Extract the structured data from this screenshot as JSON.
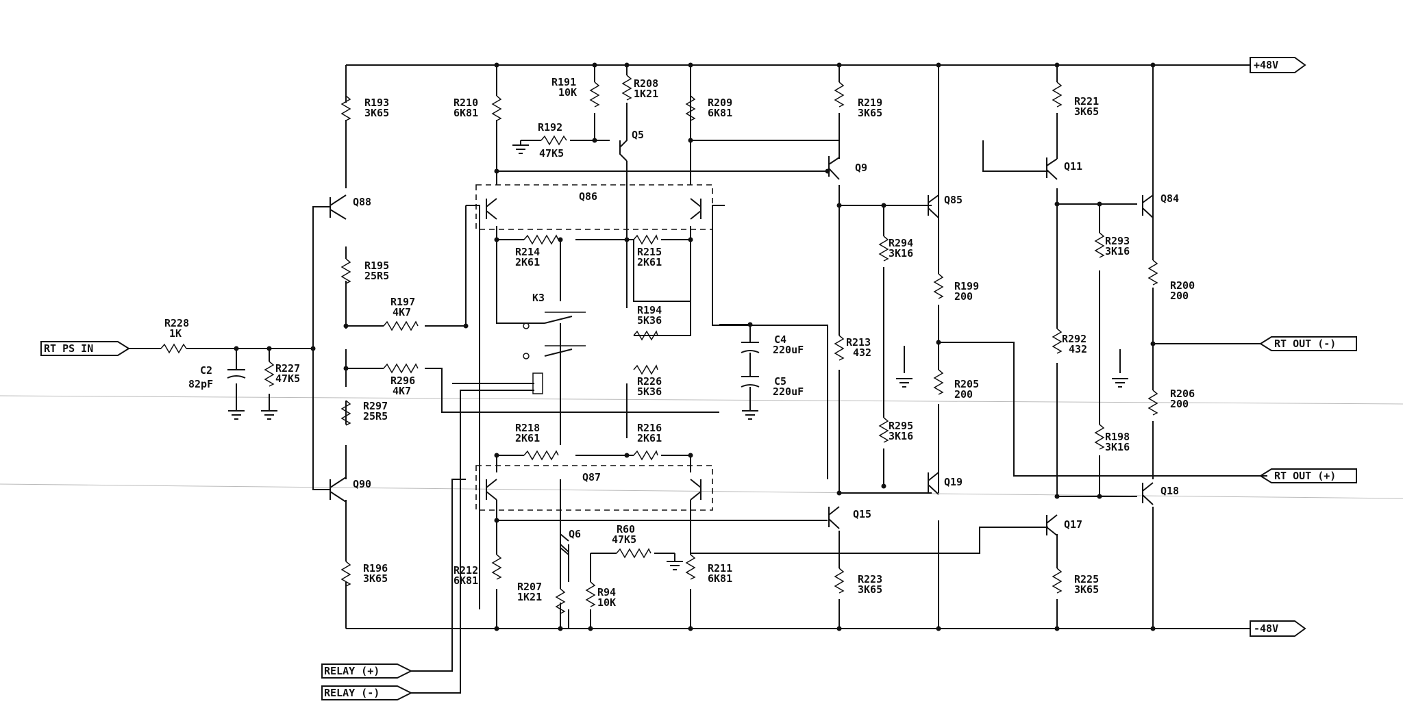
{
  "ports": {
    "vpos": "+48V",
    "vneg": "-48V",
    "input": "RT PS IN",
    "out_neg": "RT OUT (-)",
    "out_pos": "RT OUT (+)",
    "relay_pos": "RELAY (+)",
    "relay_neg": "RELAY (-)"
  },
  "resistors": {
    "R193": [
      "R193",
      "3K65"
    ],
    "R195": [
      "R195",
      "25R5"
    ],
    "R297": [
      "R297",
      "25R5"
    ],
    "R196": [
      "R196",
      "3K65"
    ],
    "R228": [
      "R228",
      "1K"
    ],
    "R227": [
      "R227",
      "47K5"
    ],
    "R197": [
      "R197",
      "4K7"
    ],
    "R296": [
      "R296",
      "4K7"
    ],
    "R210": [
      "R210",
      "6K81"
    ],
    "R191": [
      "R191",
      "10K"
    ],
    "R208": [
      "R208",
      "1K21"
    ],
    "R192": [
      "R192",
      "47K5"
    ],
    "R209": [
      "R209",
      "6K81"
    ],
    "R214": [
      "R214",
      "2K61"
    ],
    "R215": [
      "R215",
      "2K61"
    ],
    "R194": [
      "R194",
      "5K36"
    ],
    "R226": [
      "R226",
      "5K36"
    ],
    "R218": [
      "R218",
      "2K61"
    ],
    "R216": [
      "R216",
      "2K61"
    ],
    "R212": [
      "R212",
      "6K81"
    ],
    "R207": [
      "R207",
      "1K21"
    ],
    "R94": [
      "R94",
      "10K"
    ],
    "R60": [
      "R60",
      "47K5"
    ],
    "R211": [
      "R211",
      "6K81"
    ],
    "R219": [
      "R219",
      "3K65"
    ],
    "R294": [
      "R294",
      "3K16"
    ],
    "R199": [
      "R199",
      "200"
    ],
    "R213": [
      "R213",
      "432"
    ],
    "R205": [
      "R205",
      "200"
    ],
    "R295": [
      "R295",
      "3K16"
    ],
    "R223": [
      "R223",
      "3K65"
    ],
    "R221": [
      "R221",
      "3K65"
    ],
    "R293": [
      "R293",
      "3K16"
    ],
    "R200": [
      "R200",
      "200"
    ],
    "R292": [
      "R292",
      "432"
    ],
    "R206": [
      "R206",
      "200"
    ],
    "R198": [
      "R198",
      "3K16"
    ],
    "R225": [
      "R225",
      "3K65"
    ]
  },
  "capacitors": {
    "C2": [
      "C2",
      "82pF"
    ],
    "C4": [
      "C4",
      "220uF"
    ],
    "C5": [
      "C5",
      "220uF"
    ]
  },
  "transistors": {
    "Q88": "Q88",
    "Q90": "Q90",
    "Q5": "Q5",
    "Q6": "Q6",
    "Q86": "Q86",
    "Q87": "Q87",
    "Q9": "Q9",
    "Q15": "Q15",
    "Q85": "Q85",
    "Q19": "Q19",
    "Q11": "Q11",
    "Q17": "Q17",
    "Q84": "Q84",
    "Q18": "Q18"
  },
  "relay": "K3"
}
